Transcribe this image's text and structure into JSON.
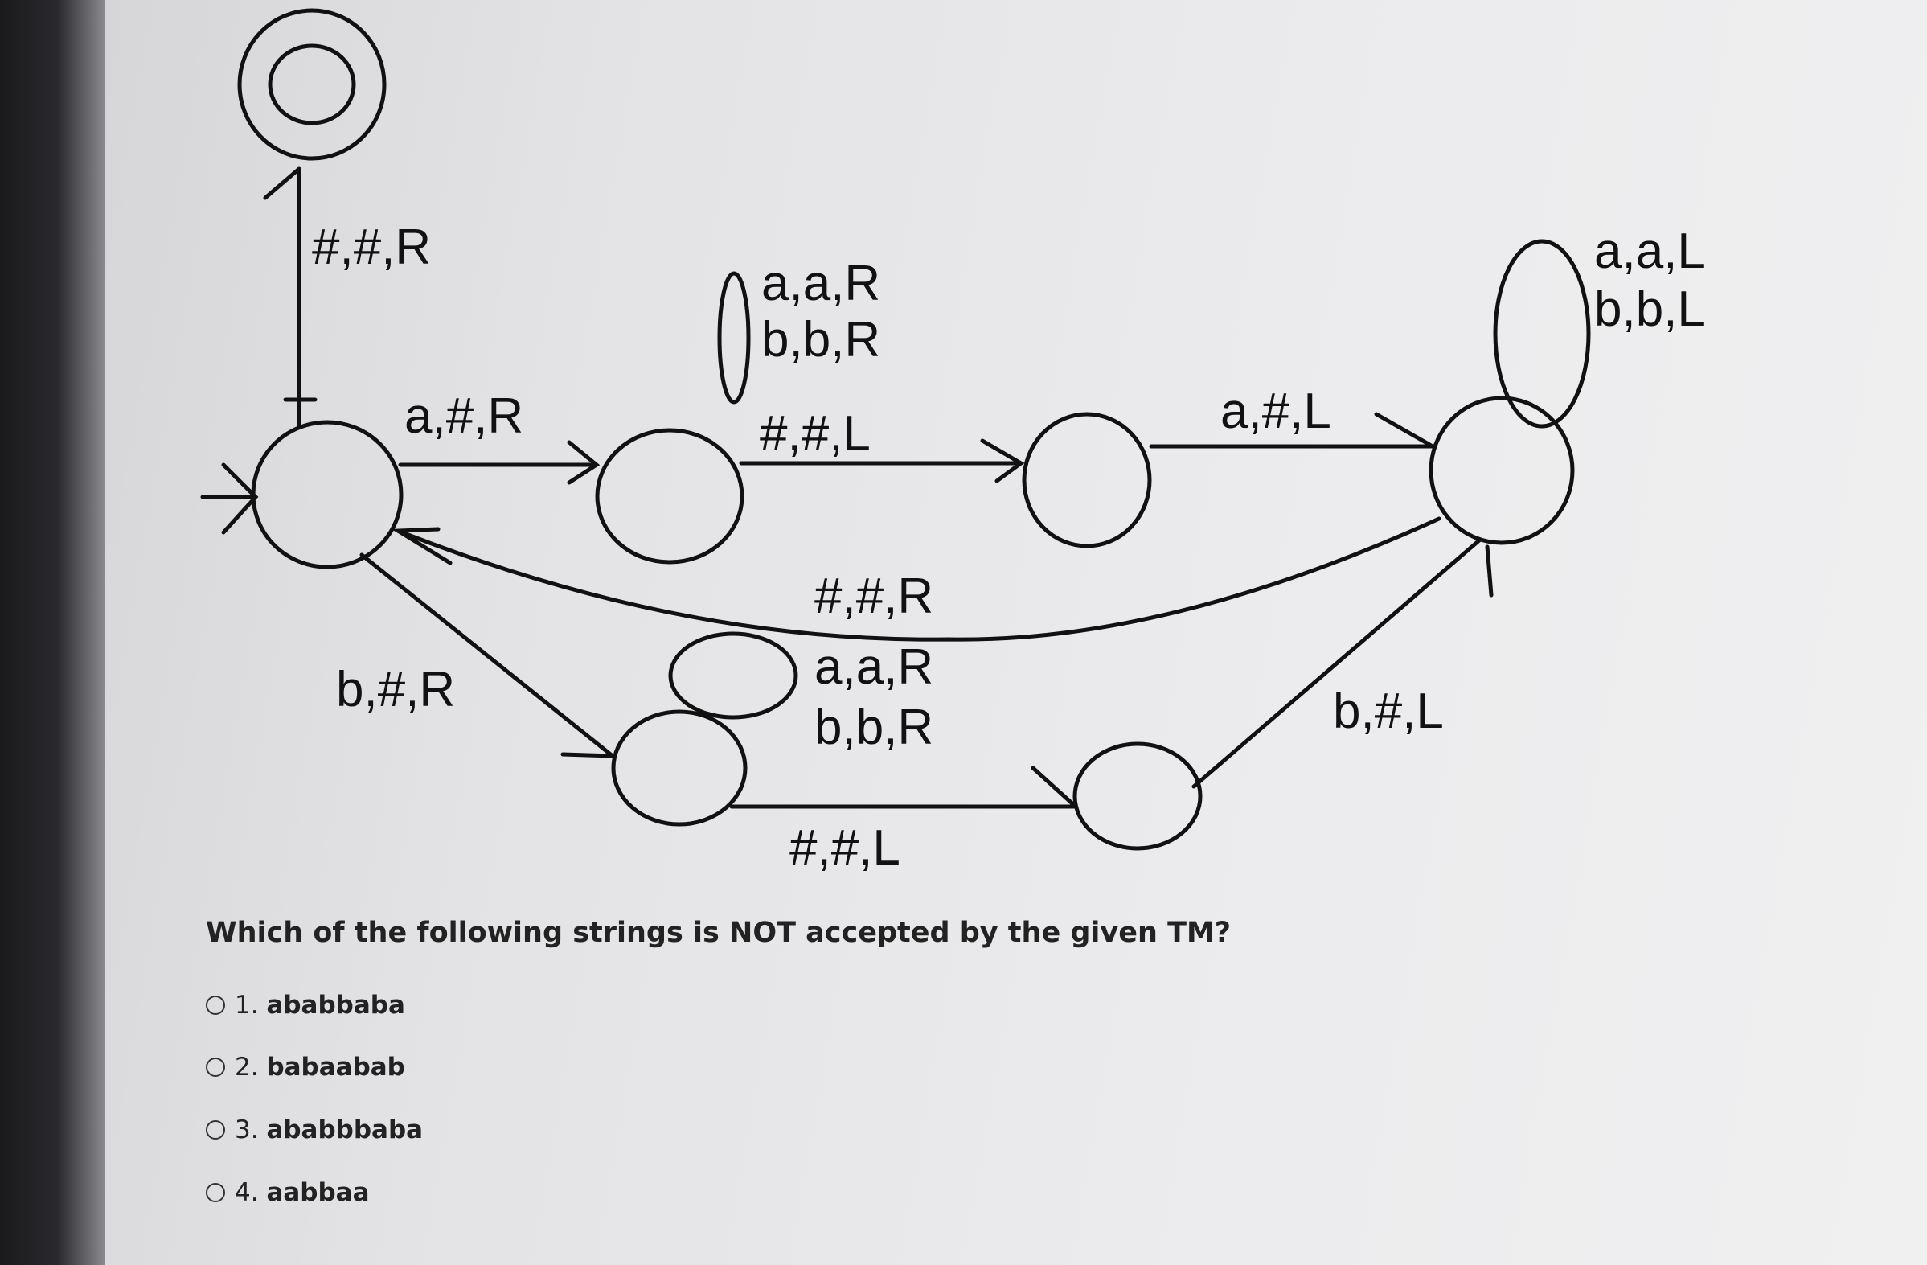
{
  "diagram": {
    "title": "",
    "transitions": {
      "start_to_accept": "#,#,R",
      "start_to_a1": "a,#,R",
      "a1_loop": [
        "a,a,R",
        "b,b,R"
      ],
      "a1_to_a2": "#,#,L",
      "a2_to_return": "a,#,L",
      "return_loop": [
        "a,a,L",
        "b,b,L"
      ],
      "return_to_start": "#,#,R",
      "start_to_b1": "b,#,R",
      "b1_loop": [
        "a,a,R",
        "b,b,R"
      ],
      "b1_to_b2": "#,#,L",
      "b2_to_return": "b,#,L"
    }
  },
  "question": {
    "text": "Which of the following strings is NOT accepted by the given TM?",
    "options": [
      {
        "number": "1.",
        "value": "ababbaba"
      },
      {
        "number": "2.",
        "value": "babaabab"
      },
      {
        "number": "3.",
        "value": "ababbbaba"
      },
      {
        "number": "4.",
        "value": "aabbaa"
      }
    ]
  }
}
